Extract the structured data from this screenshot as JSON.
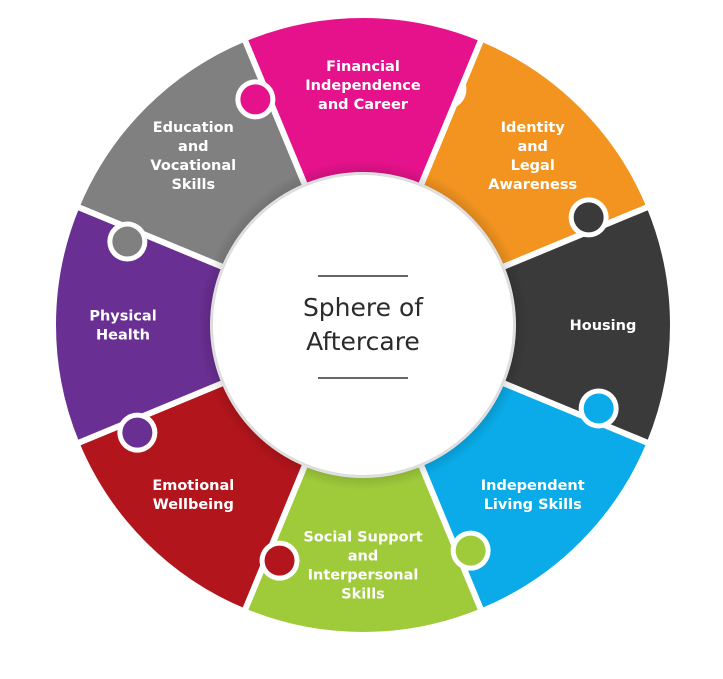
{
  "center": {
    "title_lines": [
      "Sphere of",
      "Aftercare"
    ]
  },
  "segments": [
    {
      "id": "identity",
      "lines": [
        "Identity",
        "and",
        "Legal",
        "Awareness"
      ],
      "color": "#F39420"
    },
    {
      "id": "housing",
      "lines": [
        "Housing"
      ],
      "color": "#3A3A3A"
    },
    {
      "id": "independent-living",
      "lines": [
        "Independent",
        "Living Skills"
      ],
      "color": "#0AABE8"
    },
    {
      "id": "social-support",
      "lines": [
        "Social Support",
        "and",
        "Interpersonal",
        "Skills"
      ],
      "color": "#9FCB3B"
    },
    {
      "id": "emotional",
      "lines": [
        "Emotional",
        "Wellbeing"
      ],
      "color": "#B3151C"
    },
    {
      "id": "physical",
      "lines": [
        "Physical",
        "Health"
      ],
      "color": "#6A2F92"
    },
    {
      "id": "education",
      "lines": [
        "Education",
        "and",
        "Vocational",
        "Skills"
      ],
      "color": "#808080"
    },
    {
      "id": "financial",
      "lines": [
        "Financial",
        "Independence",
        "and Career"
      ],
      "color": "#E6128C"
    }
  ]
}
